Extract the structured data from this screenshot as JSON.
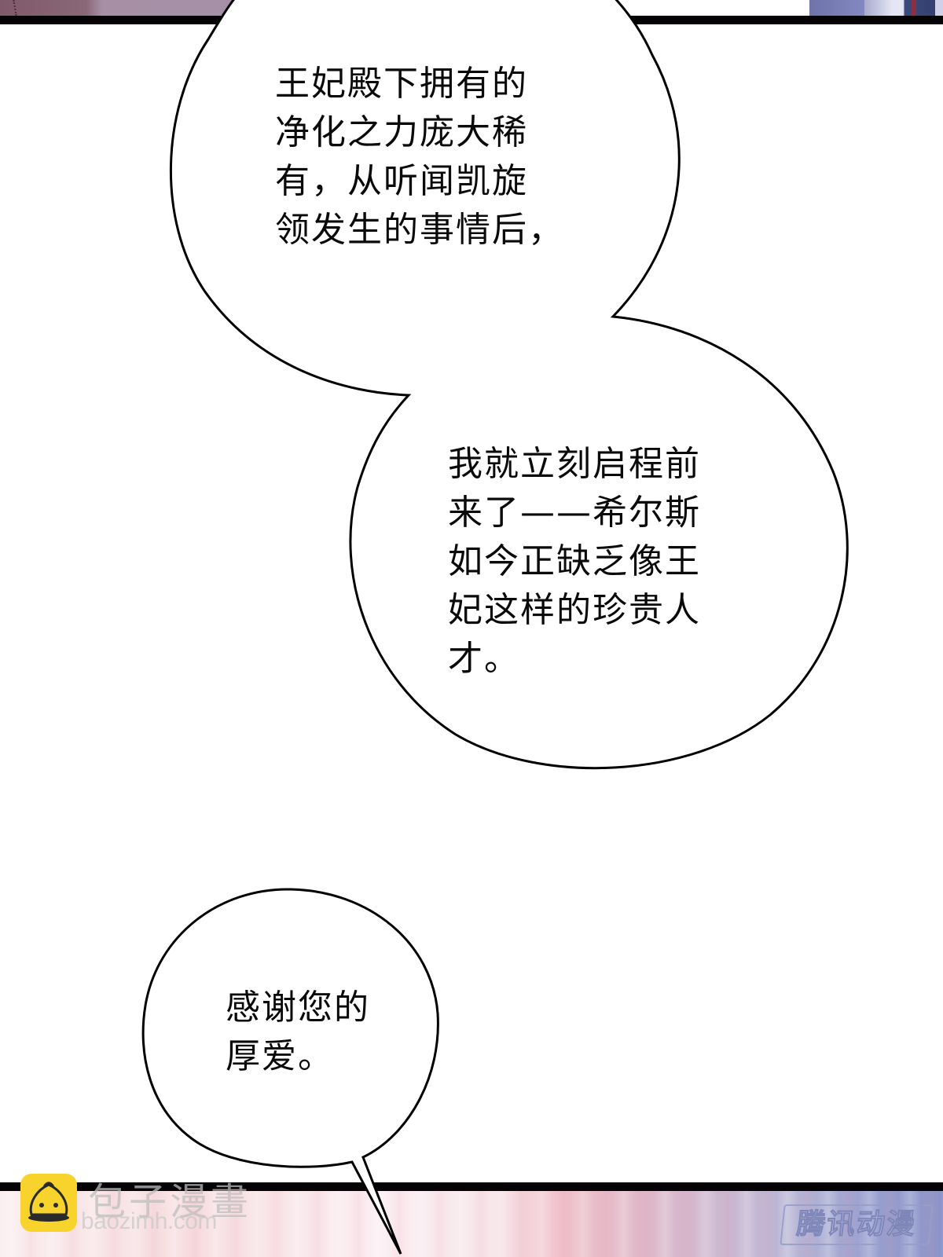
{
  "page": {
    "type": "manga-panel",
    "background": "#ffffff",
    "panel_border_color": "#060306"
  },
  "bubbles": [
    {
      "id": "bubble-1",
      "lines": [
        "王妃殿下拥有的",
        "净化之力庞大稀",
        "有，从听闻凯旋",
        "领发生的事情后，"
      ]
    },
    {
      "id": "bubble-2",
      "lines": [
        "我就立刻启程前",
        "来了——希尔斯",
        "如今正缺乏像王",
        "妃这样的珍贵人",
        "才。"
      ]
    },
    {
      "id": "bubble-3",
      "lines": [
        "感谢您的",
        "厚爱。"
      ]
    }
  ],
  "text": {
    "bubble1": "王妃殿下拥有的\n净化之力庞大稀\n有，从听闻凯旋\n领发生的事情后，",
    "bubble2": "我就立刻启程前\n来了——希尔斯\n如今正缺乏像王\n妃这样的珍贵人\n才。",
    "bubble3": "感谢您的\n厚爱。"
  },
  "watermarks": {
    "baozi_cn": "包子漫畫",
    "baozi_url": "baozimh.com",
    "baozi_logo_color": "#f7d32c",
    "tencent": "腾讯动漫"
  }
}
